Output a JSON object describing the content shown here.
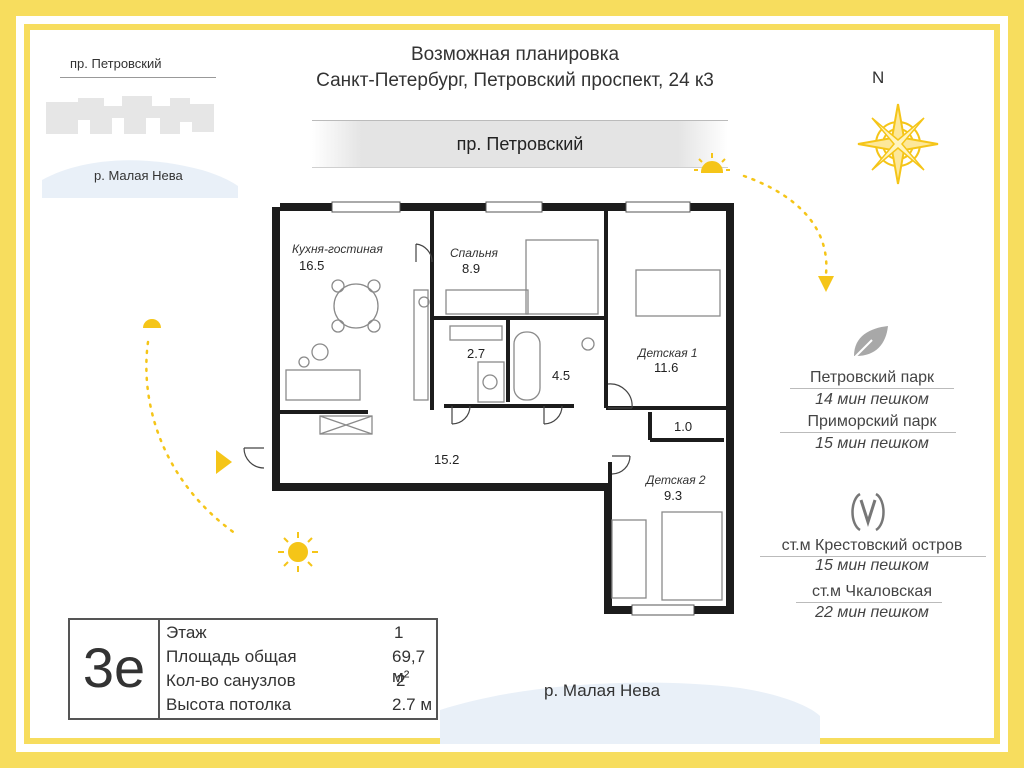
{
  "header": {
    "title_line1": "Возможная планировка",
    "title_line2": "Санкт-Петербург, Петровский проспект,  24  к3"
  },
  "street_banner": "пр. Петровский",
  "locator": {
    "top_label": "пр. Петровский",
    "bottom_label": "р. Малая Нева"
  },
  "compass": {
    "north_label": "N"
  },
  "river_bottom": "р. Малая Нева",
  "rooms": [
    {
      "id": "kitchen",
      "name": "Кухня-гостиная",
      "area": "16.5"
    },
    {
      "id": "bedroom",
      "name": "Спальня",
      "area": "8.9"
    },
    {
      "id": "bath1",
      "name": "",
      "area": "2.7"
    },
    {
      "id": "bath2",
      "name": "",
      "area": "4.5"
    },
    {
      "id": "kids1",
      "name": "Детская 1",
      "area": "11.6"
    },
    {
      "id": "hall",
      "name": "",
      "area": "15.2"
    },
    {
      "id": "closet",
      "name": "",
      "area": "1.0"
    },
    {
      "id": "kids2",
      "name": "Детская 2",
      "area": "9.3"
    }
  ],
  "poi": {
    "parks": [
      {
        "name": "Петровский парк",
        "time": "14 мин пешком"
      },
      {
        "name": "Приморский парк",
        "time": "15 мин пешком"
      }
    ],
    "metro_icon": "metro-v-icon",
    "metro": [
      {
        "name": "ст.м Крестовский остров",
        "time": "15 мин пешком"
      },
      {
        "name": "ст.м Чкаловская",
        "time": "22 мин пешком"
      }
    ]
  },
  "info": {
    "code": "3е",
    "rows": [
      {
        "label": "Этаж",
        "value": "1"
      },
      {
        "label": "Площадь общая",
        "value": "69,7 м²"
      },
      {
        "label": "Кол-во санузлов",
        "value": "2"
      },
      {
        "label": "Высота потолка",
        "value": "2.7 м"
      }
    ]
  },
  "colors": {
    "frame": "#f7dd5e",
    "sun": "#f5c518",
    "wall": "#1c1c1c",
    "leaf": "#a8a8a8"
  }
}
